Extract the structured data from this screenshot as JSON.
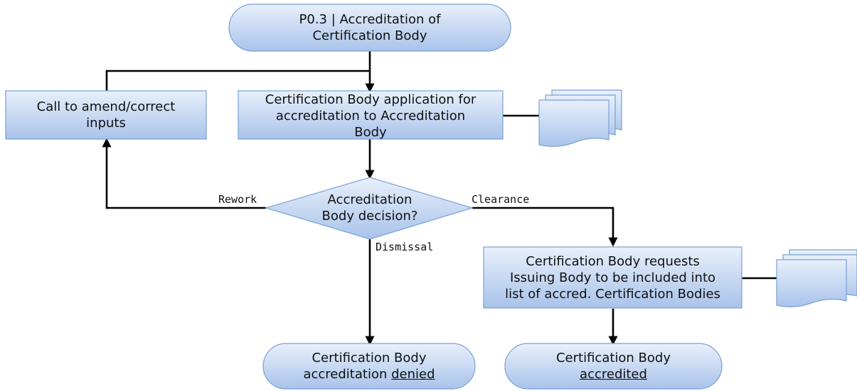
{
  "nodes": {
    "start": {
      "label": "P0.3 | Accreditation of\nCertification Body"
    },
    "application": {
      "label": "Certification Body application for\naccreditation to Accreditation\nBody"
    },
    "amend": {
      "label": "Call to amend/correct\ninputs"
    },
    "decision": {
      "label": "Accreditation\nBody decision?"
    },
    "request": {
      "label": "Certification Body requests\nIssuing Body to be included into\nlist of accred. Certification Bodies"
    },
    "denied": {
      "line1": "Certification Body",
      "line2_prefix": "accreditation ",
      "line2_emph": "denied"
    },
    "accredited": {
      "line1": "Certification Body",
      "line2_emph": "accredited"
    }
  },
  "edges": {
    "rework": "Rework",
    "clearance": "Clearance",
    "dismissal": "Dismissal"
  },
  "colors": {
    "shape_top": "#e8f0fb",
    "shape_bottom": "#a9c3ea",
    "shape_border": "#7aa0d4",
    "connector": "#000000"
  }
}
